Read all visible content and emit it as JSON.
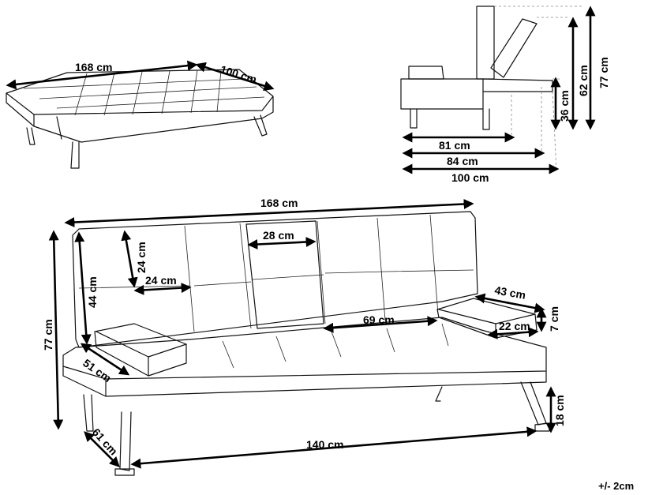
{
  "diagram": {
    "top_view": {
      "width": "168 cm",
      "depth": "100 cm"
    },
    "side_view": {
      "armrest_height": "36 cm",
      "back_height": "62 cm",
      "total_height": "77 cm",
      "depth_sofa": "81 cm",
      "depth_mid": "84 cm",
      "depth_bed": "100 cm"
    },
    "front_view": {
      "total_width": "168 cm",
      "cushion_width": "28 cm",
      "tuft_height": "24 cm",
      "tuft_width": "24 cm",
      "back_height": "44 cm",
      "total_height": "77 cm",
      "armrest_depth": "51 cm",
      "leg_depth": "61 cm",
      "seat_length": "140 cm",
      "seat_depth": "69 cm",
      "armrest_length": "43 cm",
      "armrest_width": "22 cm",
      "armrest_thickness": "7 cm",
      "leg_height": "18 cm"
    },
    "tolerance": "+/- 2cm"
  }
}
